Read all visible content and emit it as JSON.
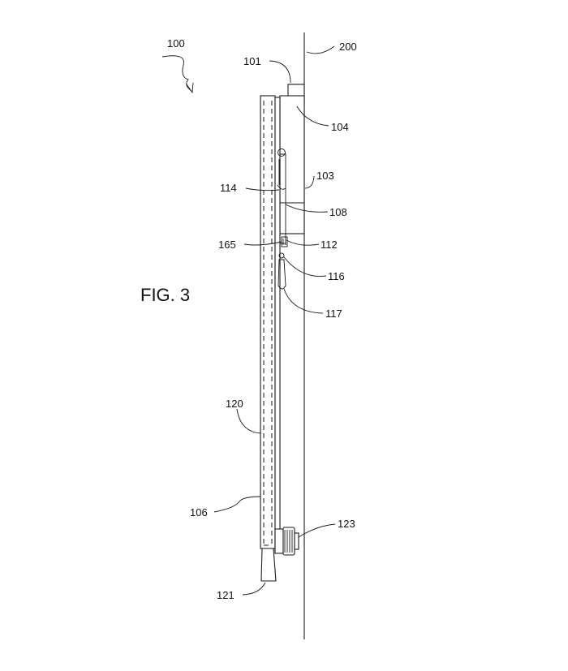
{
  "figure": {
    "title": "FIG. 3",
    "labels": {
      "l100": "100",
      "l200": "200",
      "l101": "101",
      "l104": "104",
      "l103": "103",
      "l114": "114",
      "l108": "108",
      "l165": "165",
      "l112": "112",
      "l116": "116",
      "l117": "117",
      "l120": "120",
      "l106": "106",
      "l123": "123",
      "l121": "121"
    }
  }
}
